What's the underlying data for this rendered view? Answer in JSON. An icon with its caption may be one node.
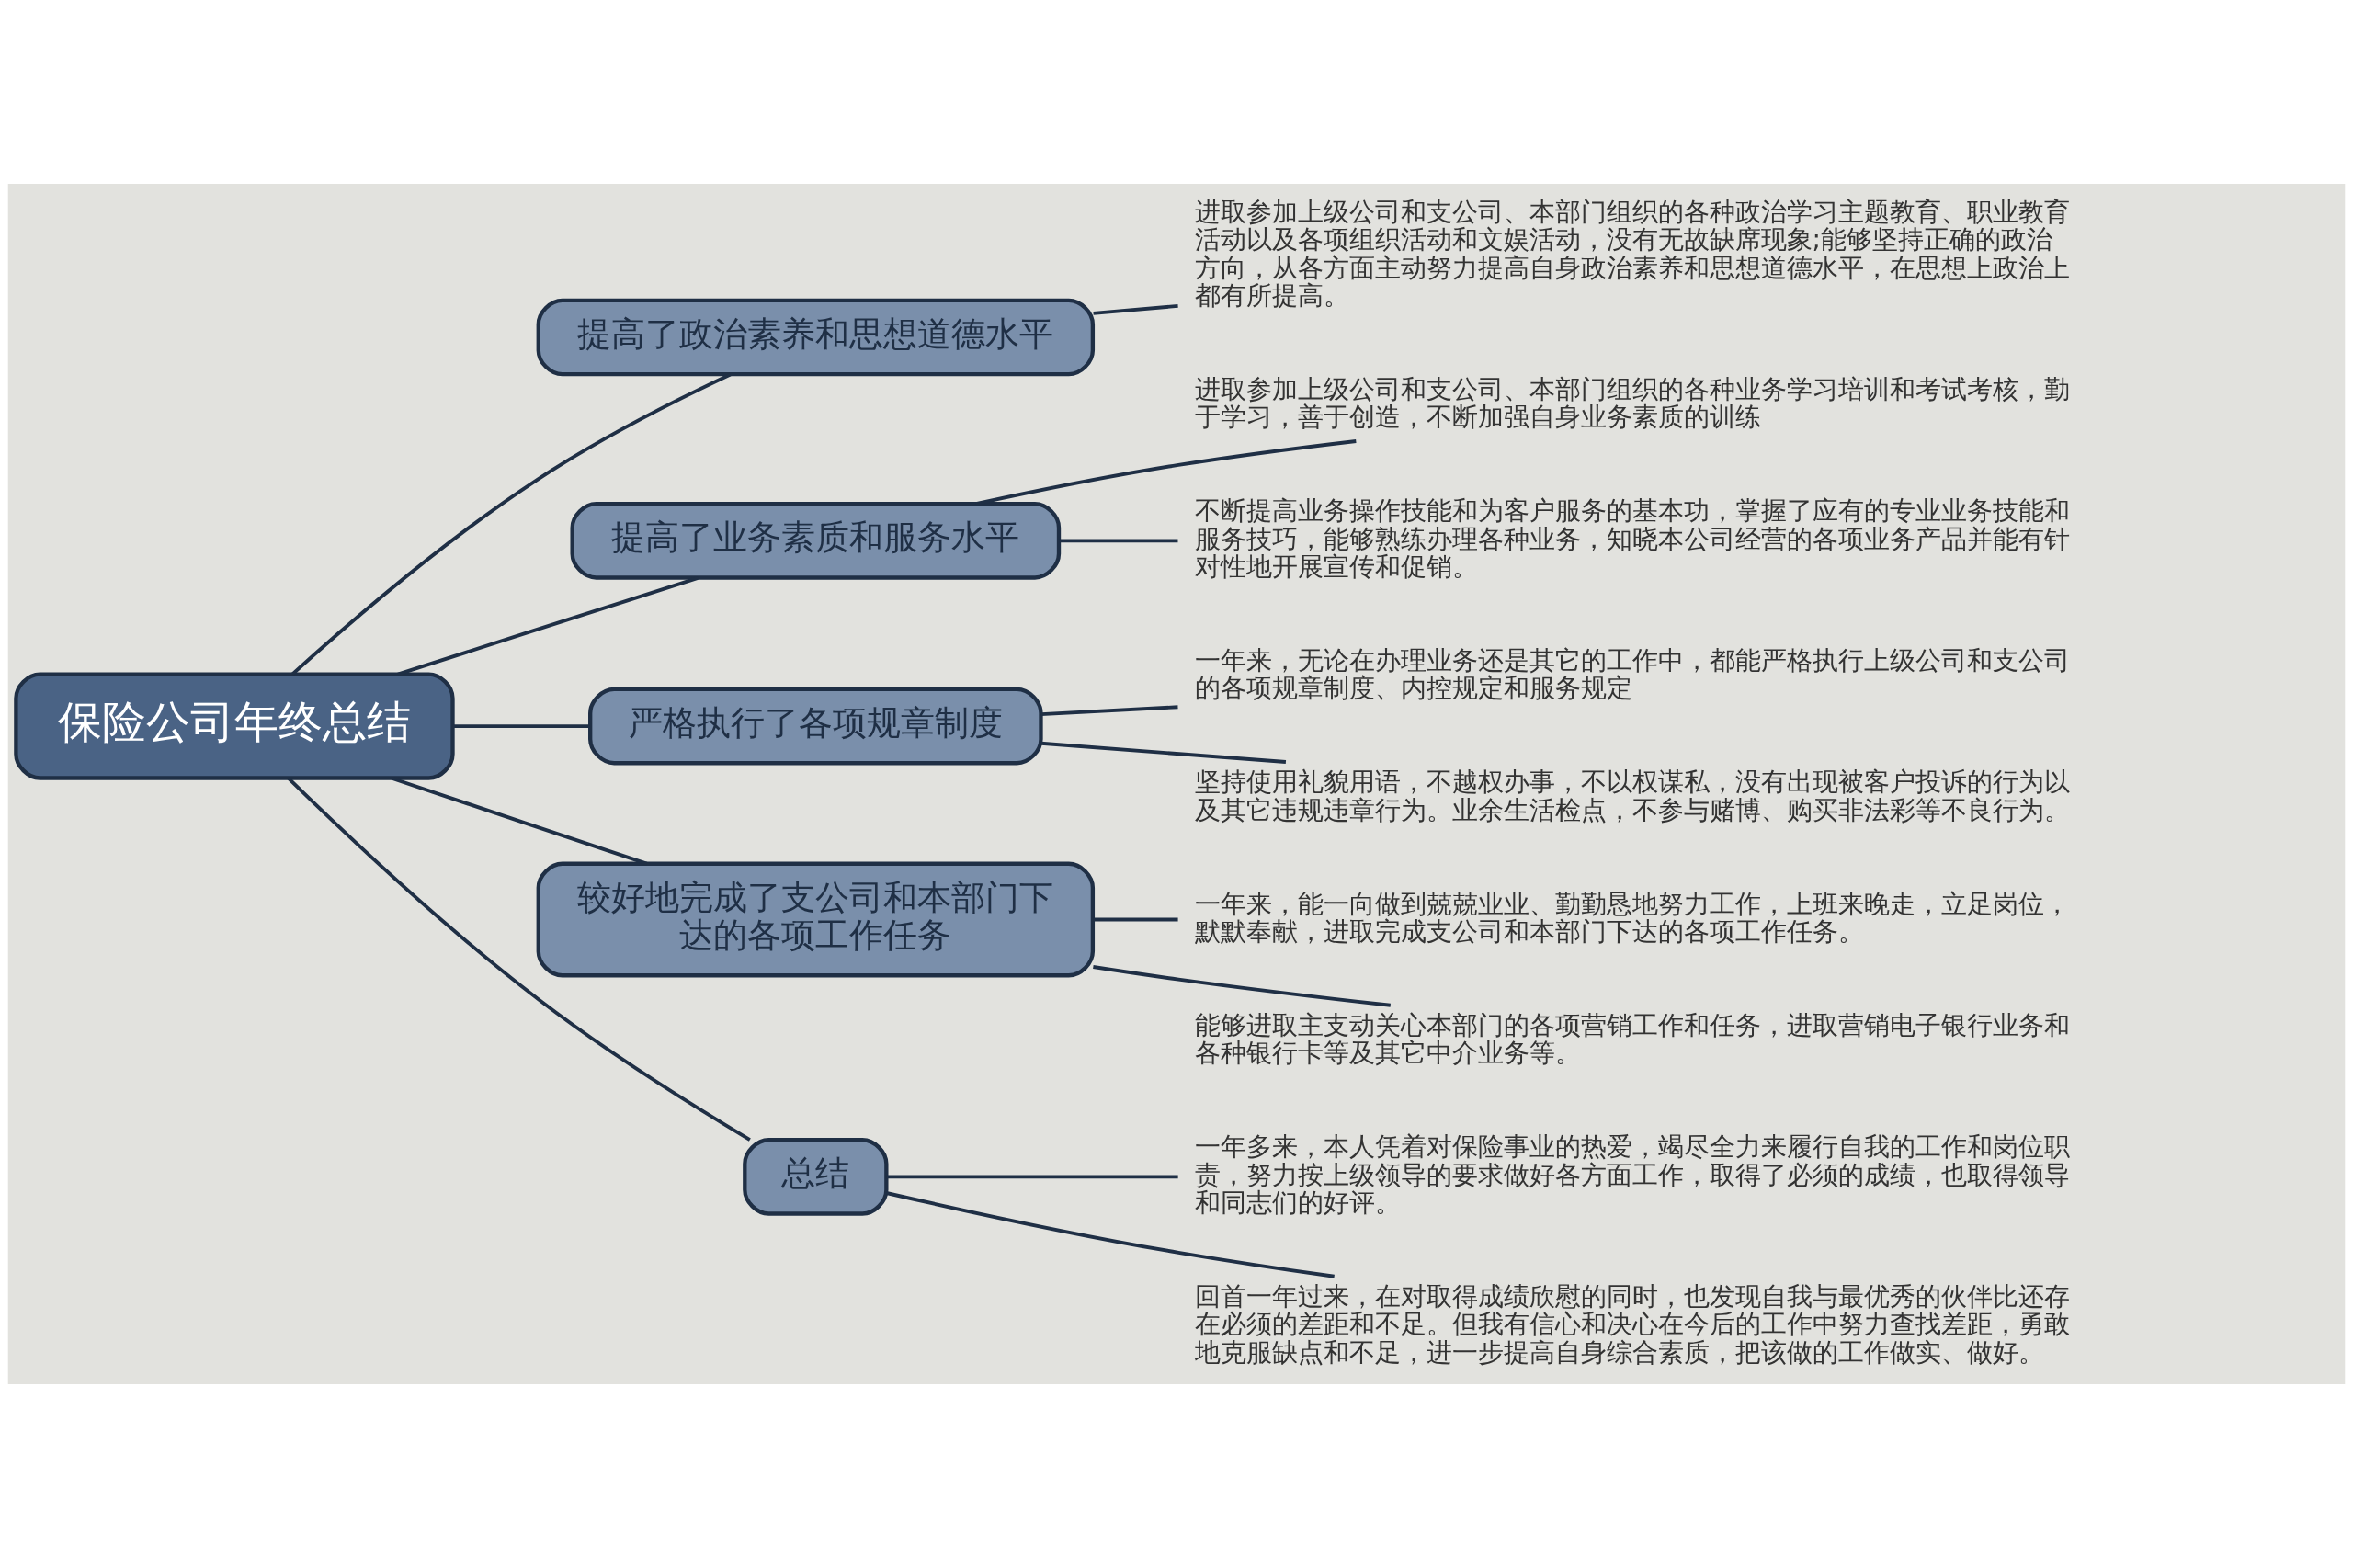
{
  "diagram": {
    "nodes": [
      {
        "text": [
          "保险公司年终总结"
        ]
      },
      {
        "text": [
          "提高了政治素养和思想道德水平"
        ]
      },
      {
        "text": [
          "进取参加上级公司和支公司、本部门组织的各种政治学习主题教育、职业教育活动以及各项组织活动和文娱活动，没有无故缺席现象;能够坚持正确的政治方向，从各方面主动努力提高自身政治素养和思想道德水平，在思想上政治上都有所提高。"
        ]
      },
      {
        "text": [
          "提高了业务素质和服务水平"
        ]
      },
      {
        "text": [
          "进取参加上级公司和支公司、本部门组织的各种业务学习培训和考试考核，勤于学习，善于创造，不断加强自身业务素质的训练"
        ]
      },
      {
        "text": [
          "不断提高业务操作技能和为客户服务的基本功，掌握了应有的专业业务技能和服务技巧，能够熟练办理各种业务，知晓本公司经营的各项业务产品并能有针对性地开展宣传和促销。"
        ]
      },
      {
        "text": [
          "严格执行了各项规章制度"
        ]
      },
      {
        "text": [
          "一年来，无论在办理业务还是其它的工作中，都能严格执行上级公司和支公司的各项规章制度、内控规定和服务规定"
        ]
      },
      {
        "text": [
          "坚持使用礼貌用语，不越权办事，不以权谋私，没有出现被客户投诉的行为以及其它违规违章行为。业余生活检点，不参与赌博、购买非法彩等不良行为。"
        ]
      },
      {
        "text": [
          "较好地完成了支公司和本部门下达的各项工作任务"
        ]
      },
      {
        "text": [
          "一年来，能一向做到兢兢业业、勤勤恳地努力工作，上班来晚走，立足岗位，默默奉献，进取完成支公司和本部门下达的各项工作任务。"
        ]
      },
      {
        "text": [
          "能够进取主支动关心本部门的各项营销工作和任务，进取营销电子银行业务和各种银行卡等及其它中介业务等。"
        ]
      },
      {
        "text": [
          "总结"
        ]
      },
      {
        "text": [
          "一年多来，本人凭着对保险事业的热爱，竭尽全力来履行自我的工作和岗位职责，努力按上级领导的要求做好各方面工作，取得了必须的成绩，也取得领导和同志们的好评。"
        ]
      },
      {
        "text": [
          "回首一年过来，在对取得成绩欣慰的同时，也发现自我与最优秀的伙伴比还存在必须的差距和不足。但我有信心和决心在今后的工作中努力查找差距，勇敢地克服缺点和不足，进一步提高自身综合素质，把该做的工作做实、做好。"
        ]
      }
    ],
    "edges": [
      {
        "from": 0,
        "to": 1,
        "arrow": "none"
      },
      {
        "from": 1,
        "to": 2,
        "arrow": "none"
      },
      {
        "from": 0,
        "to": 3,
        "arrow": "none"
      },
      {
        "from": 3,
        "to": 4,
        "arrow": "none"
      },
      {
        "from": 3,
        "to": 5,
        "arrow": "none"
      },
      {
        "from": 0,
        "to": 6,
        "arrow": "none"
      },
      {
        "from": 6,
        "to": 7,
        "arrow": "none"
      },
      {
        "from": 6,
        "to": 8,
        "arrow": "none"
      },
      {
        "from": 0,
        "to": 9,
        "arrow": "none"
      },
      {
        "from": 9,
        "to": 10,
        "arrow": "none"
      },
      {
        "from": 9,
        "to": 11,
        "arrow": "none"
      },
      {
        "from": 0,
        "to": 12,
        "arrow": "none"
      },
      {
        "from": 12,
        "to": 13,
        "arrow": "none"
      },
      {
        "from": 12,
        "to": 14,
        "arrow": "none"
      }
    ]
  }
}
